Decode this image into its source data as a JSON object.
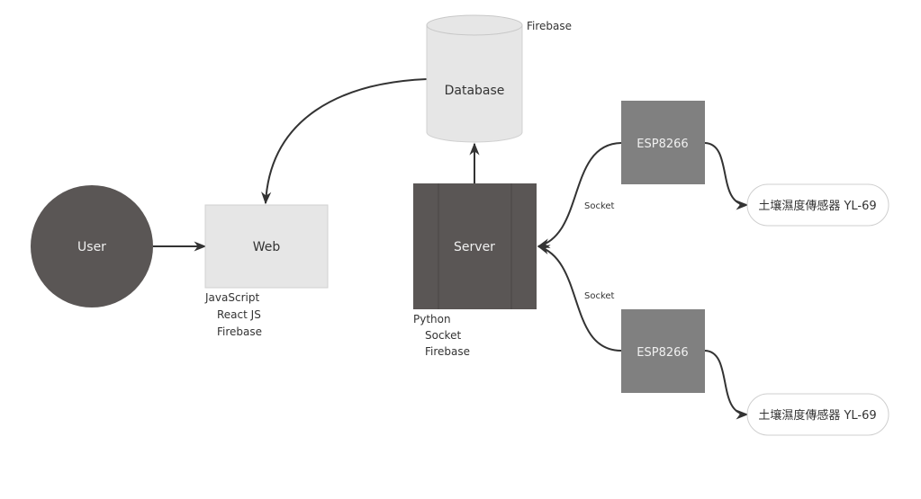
{
  "nodes": {
    "user": {
      "label": "User",
      "fill": "#5a5655",
      "text_color": "#f0f0f0"
    },
    "web": {
      "label": "Web",
      "fill": "#e6e6e6",
      "text_color": "#333333",
      "notes": [
        "JavaScript",
        "React JS",
        "Firebase"
      ]
    },
    "database": {
      "label": "Database",
      "fill": "#e6e6e6",
      "text_color": "#333333",
      "tag": "Firebase"
    },
    "server": {
      "label": "Server",
      "fill": "#5a5655",
      "text_color": "#f0f0f0",
      "notes": [
        "Python",
        "Socket",
        "Firebase"
      ]
    },
    "esp_top": {
      "label": "ESP8266",
      "fill": "#808080",
      "text_color": "#f0f0f0"
    },
    "esp_bottom": {
      "label": "ESP8266",
      "fill": "#808080",
      "text_color": "#f0f0f0"
    },
    "sensor_top": {
      "label": "土壤濕度傳感器 YL-69",
      "fill": "#ffffff",
      "text_color": "#333333"
    },
    "sensor_bottom": {
      "label": "土壤濕度傳感器 YL-69",
      "fill": "#ffffff",
      "text_color": "#333333"
    }
  },
  "edges": {
    "user_web": {
      "from": "User",
      "to": "Web"
    },
    "db_web": {
      "from": "Database",
      "to": "Web"
    },
    "server_db": {
      "from": "Server",
      "to": "Database"
    },
    "esp_top_server": {
      "from": "ESP8266",
      "to": "Server",
      "label": "Socket"
    },
    "esp_bottom_server": {
      "from": "ESP8266",
      "to": "Server",
      "label": "Socket"
    },
    "esp_top_sensor": {
      "from": "ESP8266",
      "to": "土壤濕度傳感器 YL-69"
    },
    "esp_bottom_sensor": {
      "from": "ESP8266",
      "to": "土壤濕度傳感器 YL-69"
    }
  },
  "colors": {
    "edge": "#333333",
    "dark_node": "#5a5655",
    "light_node": "#e6e6e6",
    "esp_node": "#808080"
  }
}
